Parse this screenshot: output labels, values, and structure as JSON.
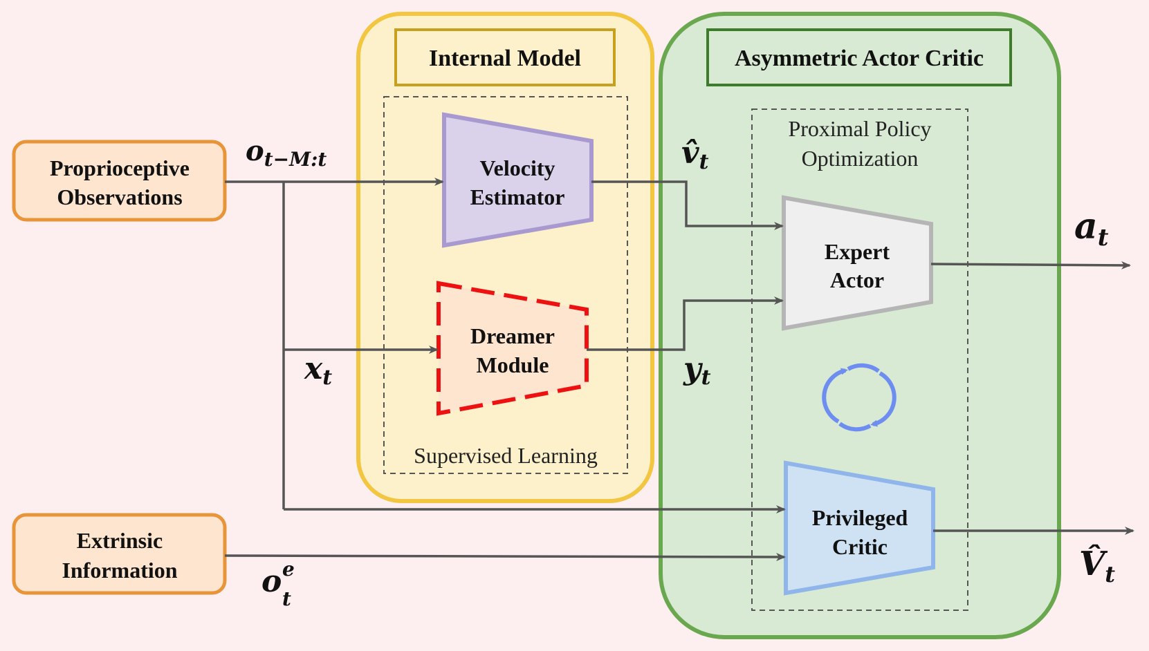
{
  "inputs": {
    "proprioceptive": {
      "line1": "Proprioceptive",
      "line2": "Observations"
    },
    "extrinsic": {
      "line1": "Extrinsic",
      "line2": "Information"
    }
  },
  "internal_model": {
    "title": "Internal Model",
    "subgroup_label": "Supervised Learning",
    "velocity_estimator": {
      "line1": "Velocity",
      "line2": "Estimator"
    },
    "dreamer_module": {
      "line1": "Dreamer",
      "line2": "Module"
    }
  },
  "actor_critic": {
    "title": "Asymmetric Actor Critic",
    "subgroup_label_line1": "Proximal Policy",
    "subgroup_label_line2": "Optimization",
    "expert_actor": {
      "line1": "Expert",
      "line2": "Actor"
    },
    "privileged_critic": {
      "line1": "Privileged",
      "line2": "Critic"
    },
    "cycle_icon": "refresh-cycle-icon"
  },
  "symbols": {
    "o_hist": {
      "base": "o",
      "sub": "t−M:t"
    },
    "x_t": {
      "base": "x",
      "sub": "t"
    },
    "v_hat": {
      "base": "v̂",
      "sub": "t"
    },
    "y_t": {
      "base": "y",
      "sub": "t"
    },
    "a_t": {
      "base": "a",
      "sub": "t"
    },
    "o_e": {
      "base": "o",
      "sup": "e",
      "sub": "t"
    },
    "V_hat": {
      "base": "V̂",
      "sub": "t"
    }
  },
  "colors": {
    "background": "#fdeef0",
    "input_fill": "#fde5d0",
    "input_stroke": "#e8953a",
    "internal_fill": "#fdf1cb",
    "internal_stroke": "#f2c640",
    "internal_title_stroke": "#c8a020",
    "ac_fill": "#d8ead3",
    "ac_stroke": "#6aa84f",
    "ac_title_stroke": "#3d7d2a",
    "velocity_fill": "#d9d2ea",
    "velocity_stroke": "#a89ad0",
    "dreamer_fill": "#fde5d0",
    "dreamer_stroke": "#ee1111",
    "actor_fill": "#efefef",
    "actor_stroke": "#b5b5b5",
    "critic_fill": "#cfe2f3",
    "critic_stroke": "#8fb5ea",
    "cycle": "#6d8ef0"
  }
}
